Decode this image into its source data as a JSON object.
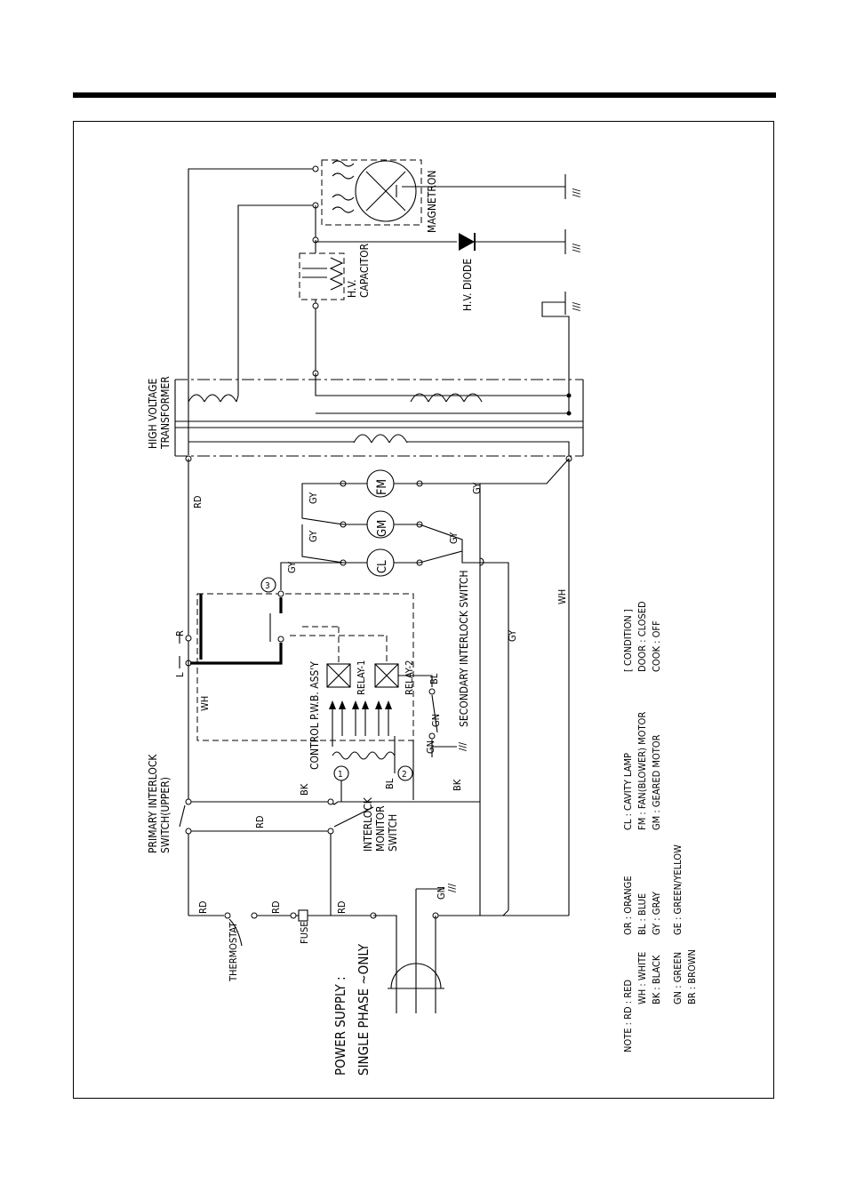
{
  "components": {
    "magnetron": "MAGNETRON",
    "hv_diode": "H.V. DIODE",
    "hv_capacitor_1": "H.V.",
    "hv_capacitor_2": "CAPACITOR",
    "transformer_1": "HIGH VOLTAGE",
    "transformer_2": "TRANSFORMER",
    "primary_interlock_1": "PRIMARY INTERLOCK",
    "primary_interlock_2": "SWITCH(UPPER)",
    "interlock_monitor_1": "INTERLOCK",
    "interlock_monitor_2": "MONITOR",
    "interlock_monitor_3": "SWITCH",
    "control_pwb": "CONTROL P.W.B. ASS'Y",
    "relay1": "RELAY-1",
    "relay2": "RELAY-2",
    "secondary_interlock": "SECONDARY INTERLOCK SWITCH",
    "thermostat": "THERMOSTAT",
    "fuse": "FUSE",
    "power_supply_1": "POWER SUPPLY :",
    "power_supply_2": "SINGLE PHASE ~ONLY",
    "cl": "CL",
    "gm": "GM",
    "fm": "FM",
    "pin1": "1",
    "pin2": "2",
    "pin3": "3",
    "term_l": "L",
    "term_r": "R",
    "ground": "///"
  },
  "wire_labels": {
    "rd": "RD",
    "wh": "WH",
    "bk": "BK",
    "gy": "GY",
    "bl": "BL",
    "gn": "GN"
  },
  "notes": {
    "r1": [
      "NOTE : RD : RED",
      "WH : WHITE",
      "BK : BLACK",
      "GN : GREEN",
      "BR : BROWN"
    ],
    "r2": [
      "OR : ORANGE",
      "BL : BLUE",
      "GY : GRAY",
      "GE : GREEN/YELLOW"
    ],
    "r3": [
      "CL : CAVITY LAMP",
      "FM : FAN(BLOWER) MOTOR",
      "GM : GEARED MOTOR"
    ],
    "r4": [
      "[ CONDITION ]",
      "DOOR : CLOSED",
      "COOK : OFF"
    ]
  }
}
